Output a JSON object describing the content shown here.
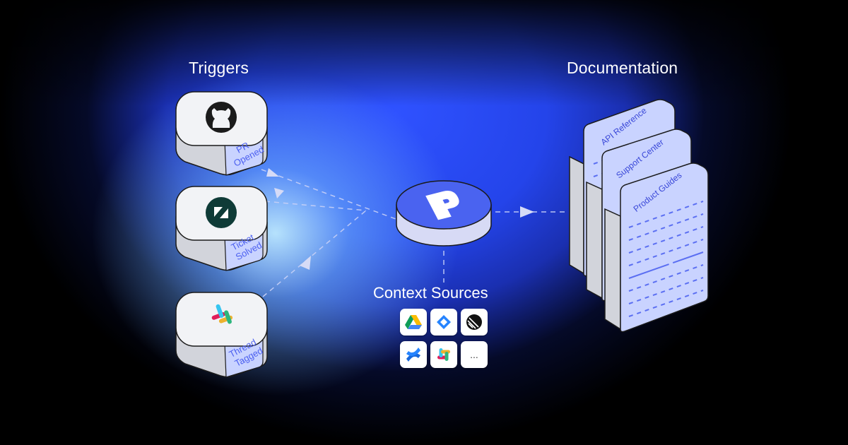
{
  "headings": {
    "triggers": "Triggers",
    "documentation": "Documentation",
    "context_sources": "Context Sources"
  },
  "triggers": [
    {
      "label_line1": "PR",
      "label_line2": "Opened",
      "icon": "github-icon"
    },
    {
      "label_line1": "Ticket",
      "label_line2": "Solved",
      "icon": "zendesk-icon"
    },
    {
      "label_line1": "Thread",
      "label_line2": "Tagged",
      "icon": "slack-icon"
    }
  ],
  "hub": {
    "icon": "p-logo-icon"
  },
  "docs": [
    {
      "label": "API Reference"
    },
    {
      "label": "Support Center"
    },
    {
      "label": "Product Guides"
    }
  ],
  "sources": {
    "icons": [
      "google-drive-icon",
      "jira-icon",
      "linear-icon",
      "confluence-icon",
      "slack-icon",
      "more-icon"
    ],
    "more_label": "..."
  },
  "colors": {
    "accent": "#4a63f0",
    "glow_blue": "#2444ea",
    "card_face": "#f1f2f5",
    "label_panel": "#c9d3ff"
  }
}
